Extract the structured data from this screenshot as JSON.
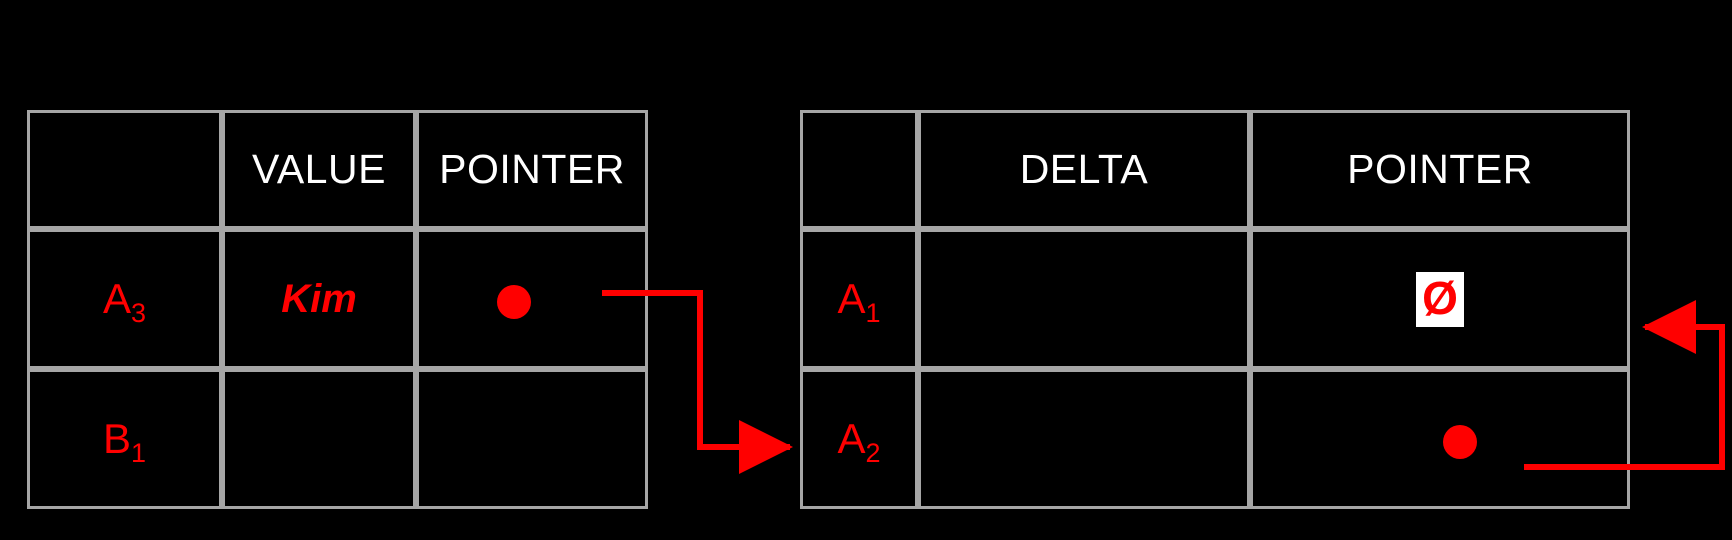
{
  "diagram": {
    "title": "linked-list pointer diagram",
    "colors": {
      "background": "#000000",
      "accent_red": "#ff0000",
      "grid_line": "#a6a6a6",
      "label_cell": "#efefef",
      "value_header": "#595959",
      "header_text": "#ffffff"
    }
  },
  "left_table": {
    "name": "value-table",
    "headers": {
      "corner": "",
      "value": "VALUE",
      "pointer": "POINTER"
    },
    "rows": [
      {
        "label": "A",
        "label_sub": "3",
        "value": "Kim",
        "pointer": "dot"
      },
      {
        "label": "B",
        "label_sub": "1",
        "value": "",
        "pointer": ""
      }
    ]
  },
  "right_table": {
    "name": "delta-table",
    "headers": {
      "corner": "",
      "delta": "DELTA",
      "pointer": "POINTER"
    },
    "rows": [
      {
        "label": "A",
        "label_sub": "1",
        "delta": "",
        "pointer": "Ø"
      },
      {
        "label": "A",
        "label_sub": "2",
        "delta": "",
        "pointer": "dot"
      }
    ]
  },
  "connectors": [
    {
      "name": "left-a3-pointer-to-right-a2-row",
      "from": "left_table.rows.0.pointer",
      "to": "right_table.rows.1.label",
      "direction": "right"
    },
    {
      "name": "right-a2-pointer-to-right-a1-row",
      "from": "right_table.rows.1.pointer",
      "to": "right_table.rows.0.pointer",
      "direction": "left"
    }
  ]
}
